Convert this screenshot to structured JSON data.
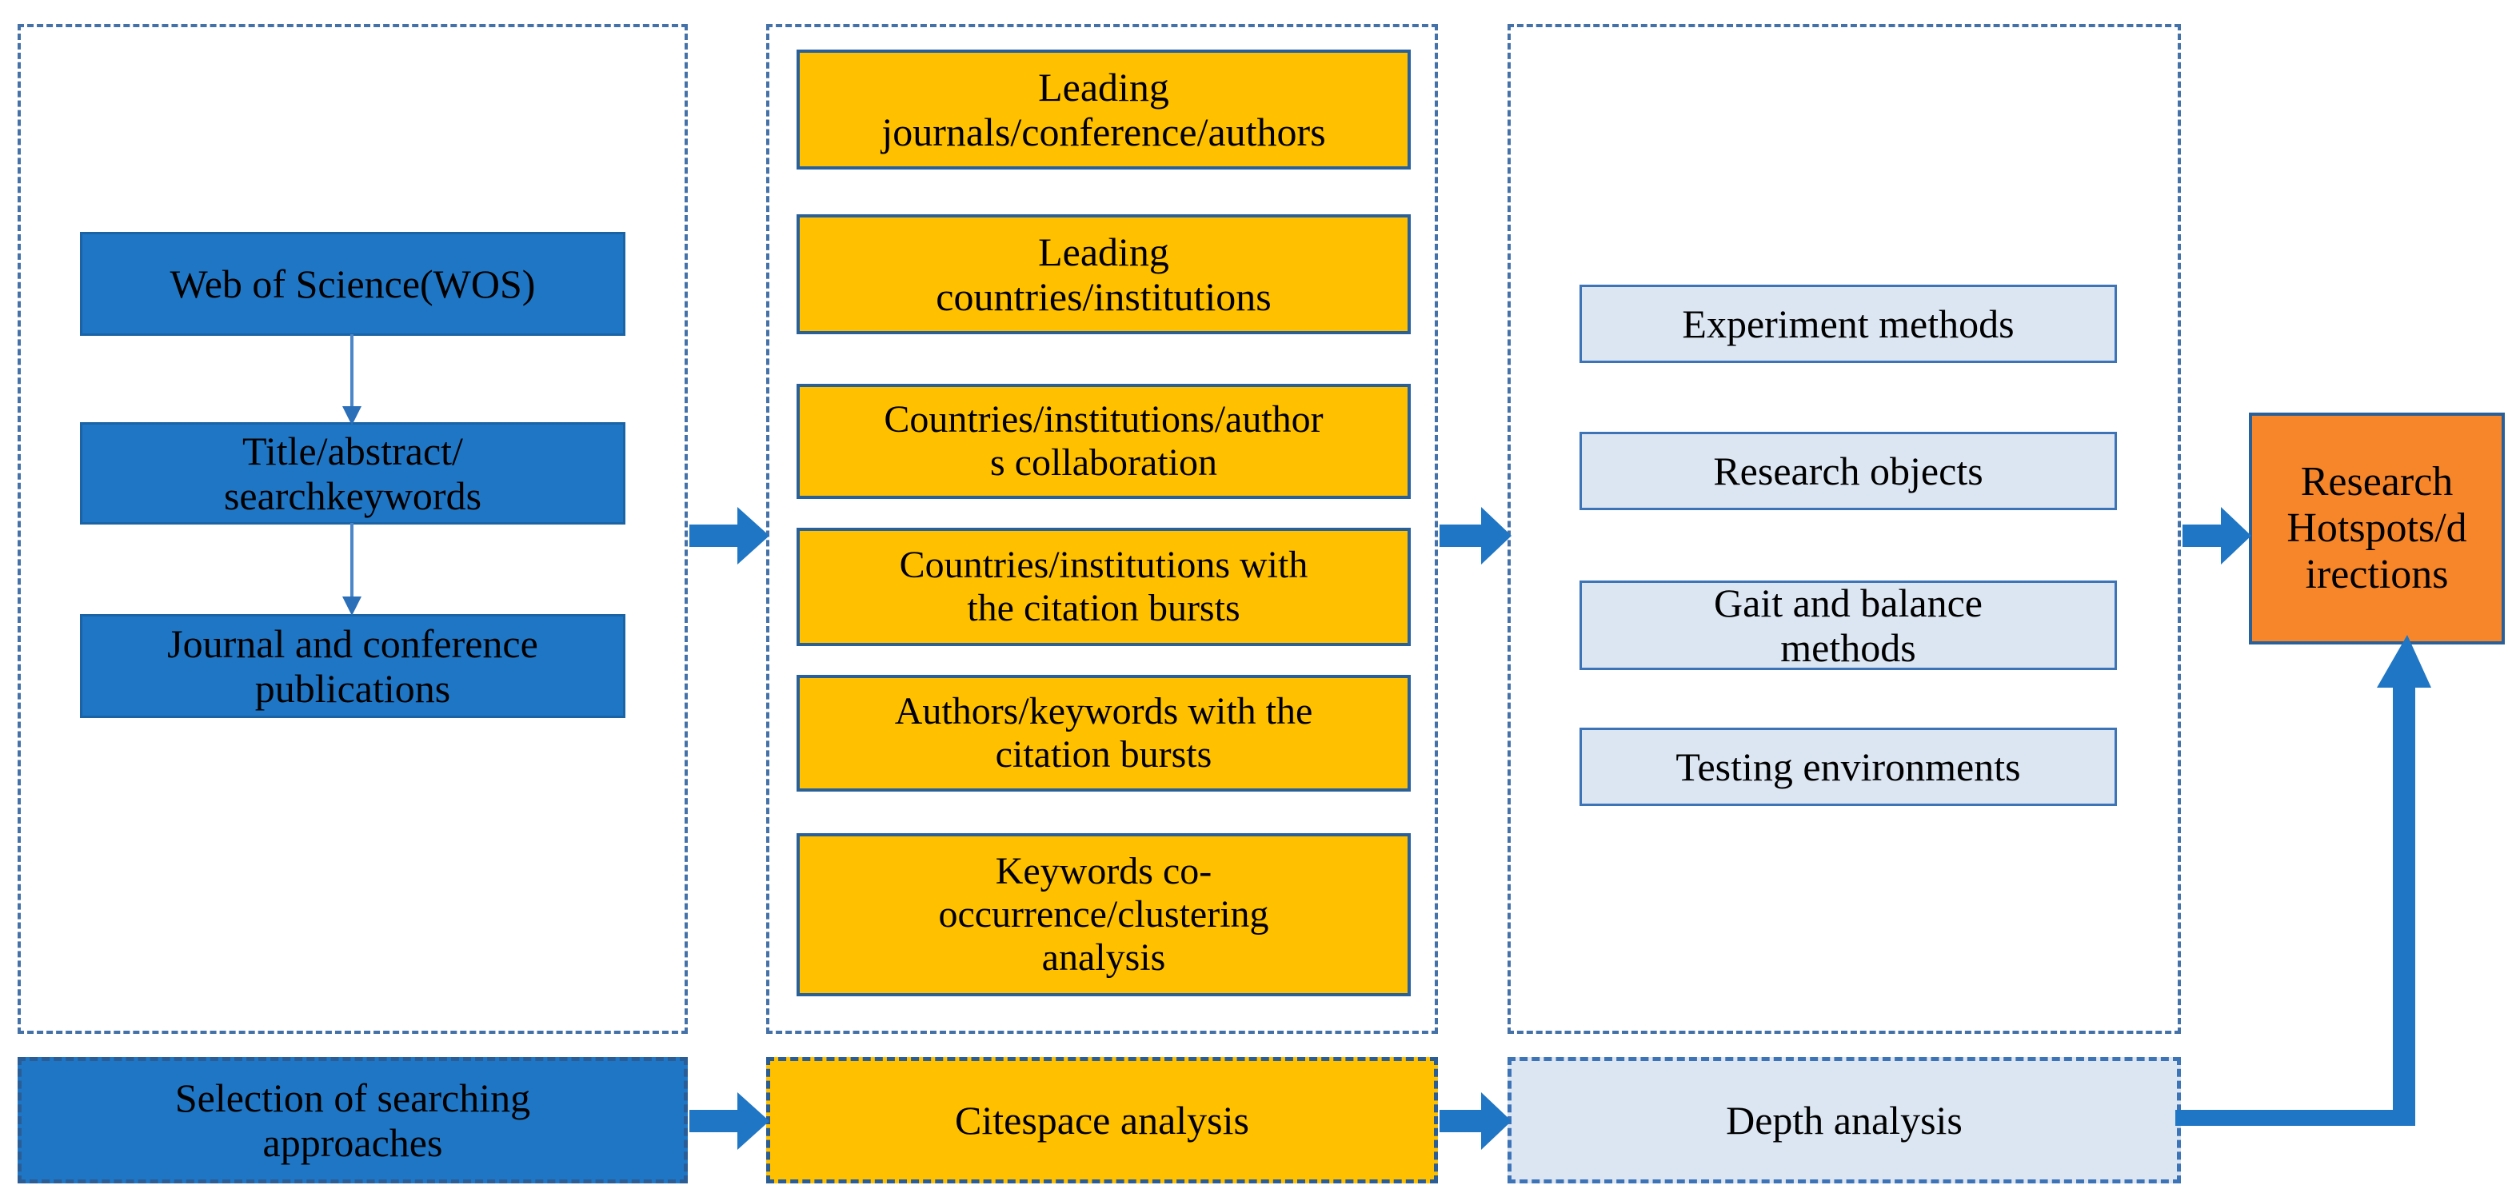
{
  "diagram": {
    "title": "Bibliometric research workflow flowchart",
    "colors": {
      "blue_fill": "#1f76c4",
      "orange_fill": "#ffc000",
      "light_blue_fill": "#dce6f2",
      "deep_orange_fill": "#f7862a",
      "dashed_border": "#4472a8",
      "arrow": "#1f76c4"
    }
  },
  "column1": {
    "name": "Selection of searching approaches",
    "nodes": [
      {
        "label": "Web of Science(WOS)"
      },
      {
        "label": "Title/abstract/\nsearchkeywords"
      },
      {
        "label": "Journal and conference\npublications"
      }
    ]
  },
  "column2": {
    "name": "Citespace analysis",
    "nodes": [
      {
        "label": "Leading\njournals/conference/authors"
      },
      {
        "label": "Leading\ncountries/institutions"
      },
      {
        "label": "Countries/institutions/author\ns collaboration"
      },
      {
        "label": "Countries/institutions with\nthe citation bursts"
      },
      {
        "label": "Authors/keywords with the\ncitation bursts"
      },
      {
        "label": "Keywords co-\noccurrence/clustering\nanalysis"
      }
    ]
  },
  "column3": {
    "name": "Depth analysis",
    "nodes": [
      {
        "label": "Experiment methods"
      },
      {
        "label": "Research objects"
      },
      {
        "label": "Gait and balance\nmethods"
      },
      {
        "label": "Testing environments"
      }
    ]
  },
  "outcome": {
    "label": "Research\nHotspots/d\nirections"
  },
  "bottom_row": [
    {
      "label": "Selection of searching\napproaches"
    },
    {
      "label": "Citespace analysis"
    },
    {
      "label": "Depth analysis"
    }
  ]
}
